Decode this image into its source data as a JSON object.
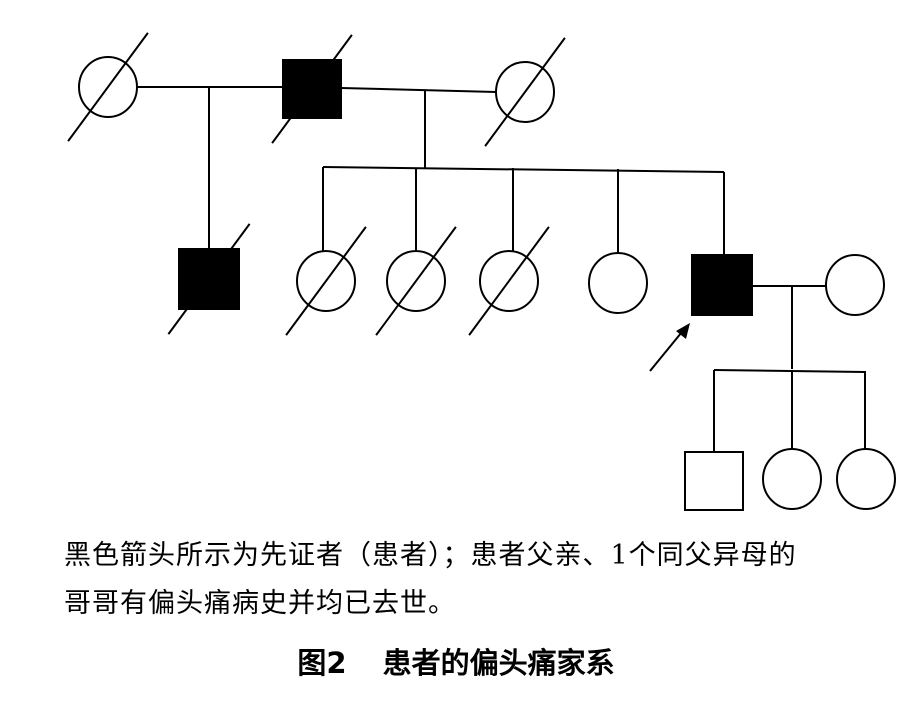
{
  "legend": {
    "colors": {
      "affected": "#000000",
      "unaffected": "#ffffff",
      "line": "#000000"
    }
  },
  "pedigree": {
    "generations": [
      {
        "id": "I",
        "members": [
          {
            "id": "I-1",
            "sex": "female",
            "affected": false,
            "deceased": true,
            "role": "father's first wife"
          },
          {
            "id": "I-2",
            "sex": "male",
            "affected": true,
            "deceased": true,
            "role": "father"
          },
          {
            "id": "I-3",
            "sex": "female",
            "affected": false,
            "deceased": true,
            "role": "mother"
          }
        ]
      },
      {
        "id": "II",
        "members": [
          {
            "id": "II-1",
            "sex": "male",
            "affected": true,
            "deceased": true,
            "role": "paternal half-brother"
          },
          {
            "id": "II-2",
            "sex": "female",
            "affected": false,
            "deceased": true,
            "role": "sister"
          },
          {
            "id": "II-3",
            "sex": "female",
            "affected": false,
            "deceased": true,
            "role": "sister"
          },
          {
            "id": "II-4",
            "sex": "female",
            "affected": false,
            "deceased": true,
            "role": "sister"
          },
          {
            "id": "II-5",
            "sex": "female",
            "affected": false,
            "deceased": false,
            "role": "sister"
          },
          {
            "id": "II-6",
            "sex": "male",
            "affected": true,
            "deceased": false,
            "proband": true,
            "role": "proband"
          },
          {
            "id": "II-7",
            "sex": "female",
            "affected": false,
            "deceased": false,
            "role": "spouse"
          }
        ]
      },
      {
        "id": "III",
        "members": [
          {
            "id": "III-1",
            "sex": "male",
            "affected": false,
            "deceased": false,
            "role": "son"
          },
          {
            "id": "III-2",
            "sex": "female",
            "affected": false,
            "deceased": false,
            "role": "daughter"
          },
          {
            "id": "III-3",
            "sex": "female",
            "affected": false,
            "deceased": false,
            "role": "daughter"
          }
        ]
      }
    ]
  },
  "caption": {
    "line1": "黑色箭头所示为先证者（患者）；患者父亲、1个同父异母的",
    "line2": "哥哥有偏头痛病史并均已去世。"
  },
  "figure": {
    "number": "图2",
    "title": "患者的偏头痛家系"
  }
}
